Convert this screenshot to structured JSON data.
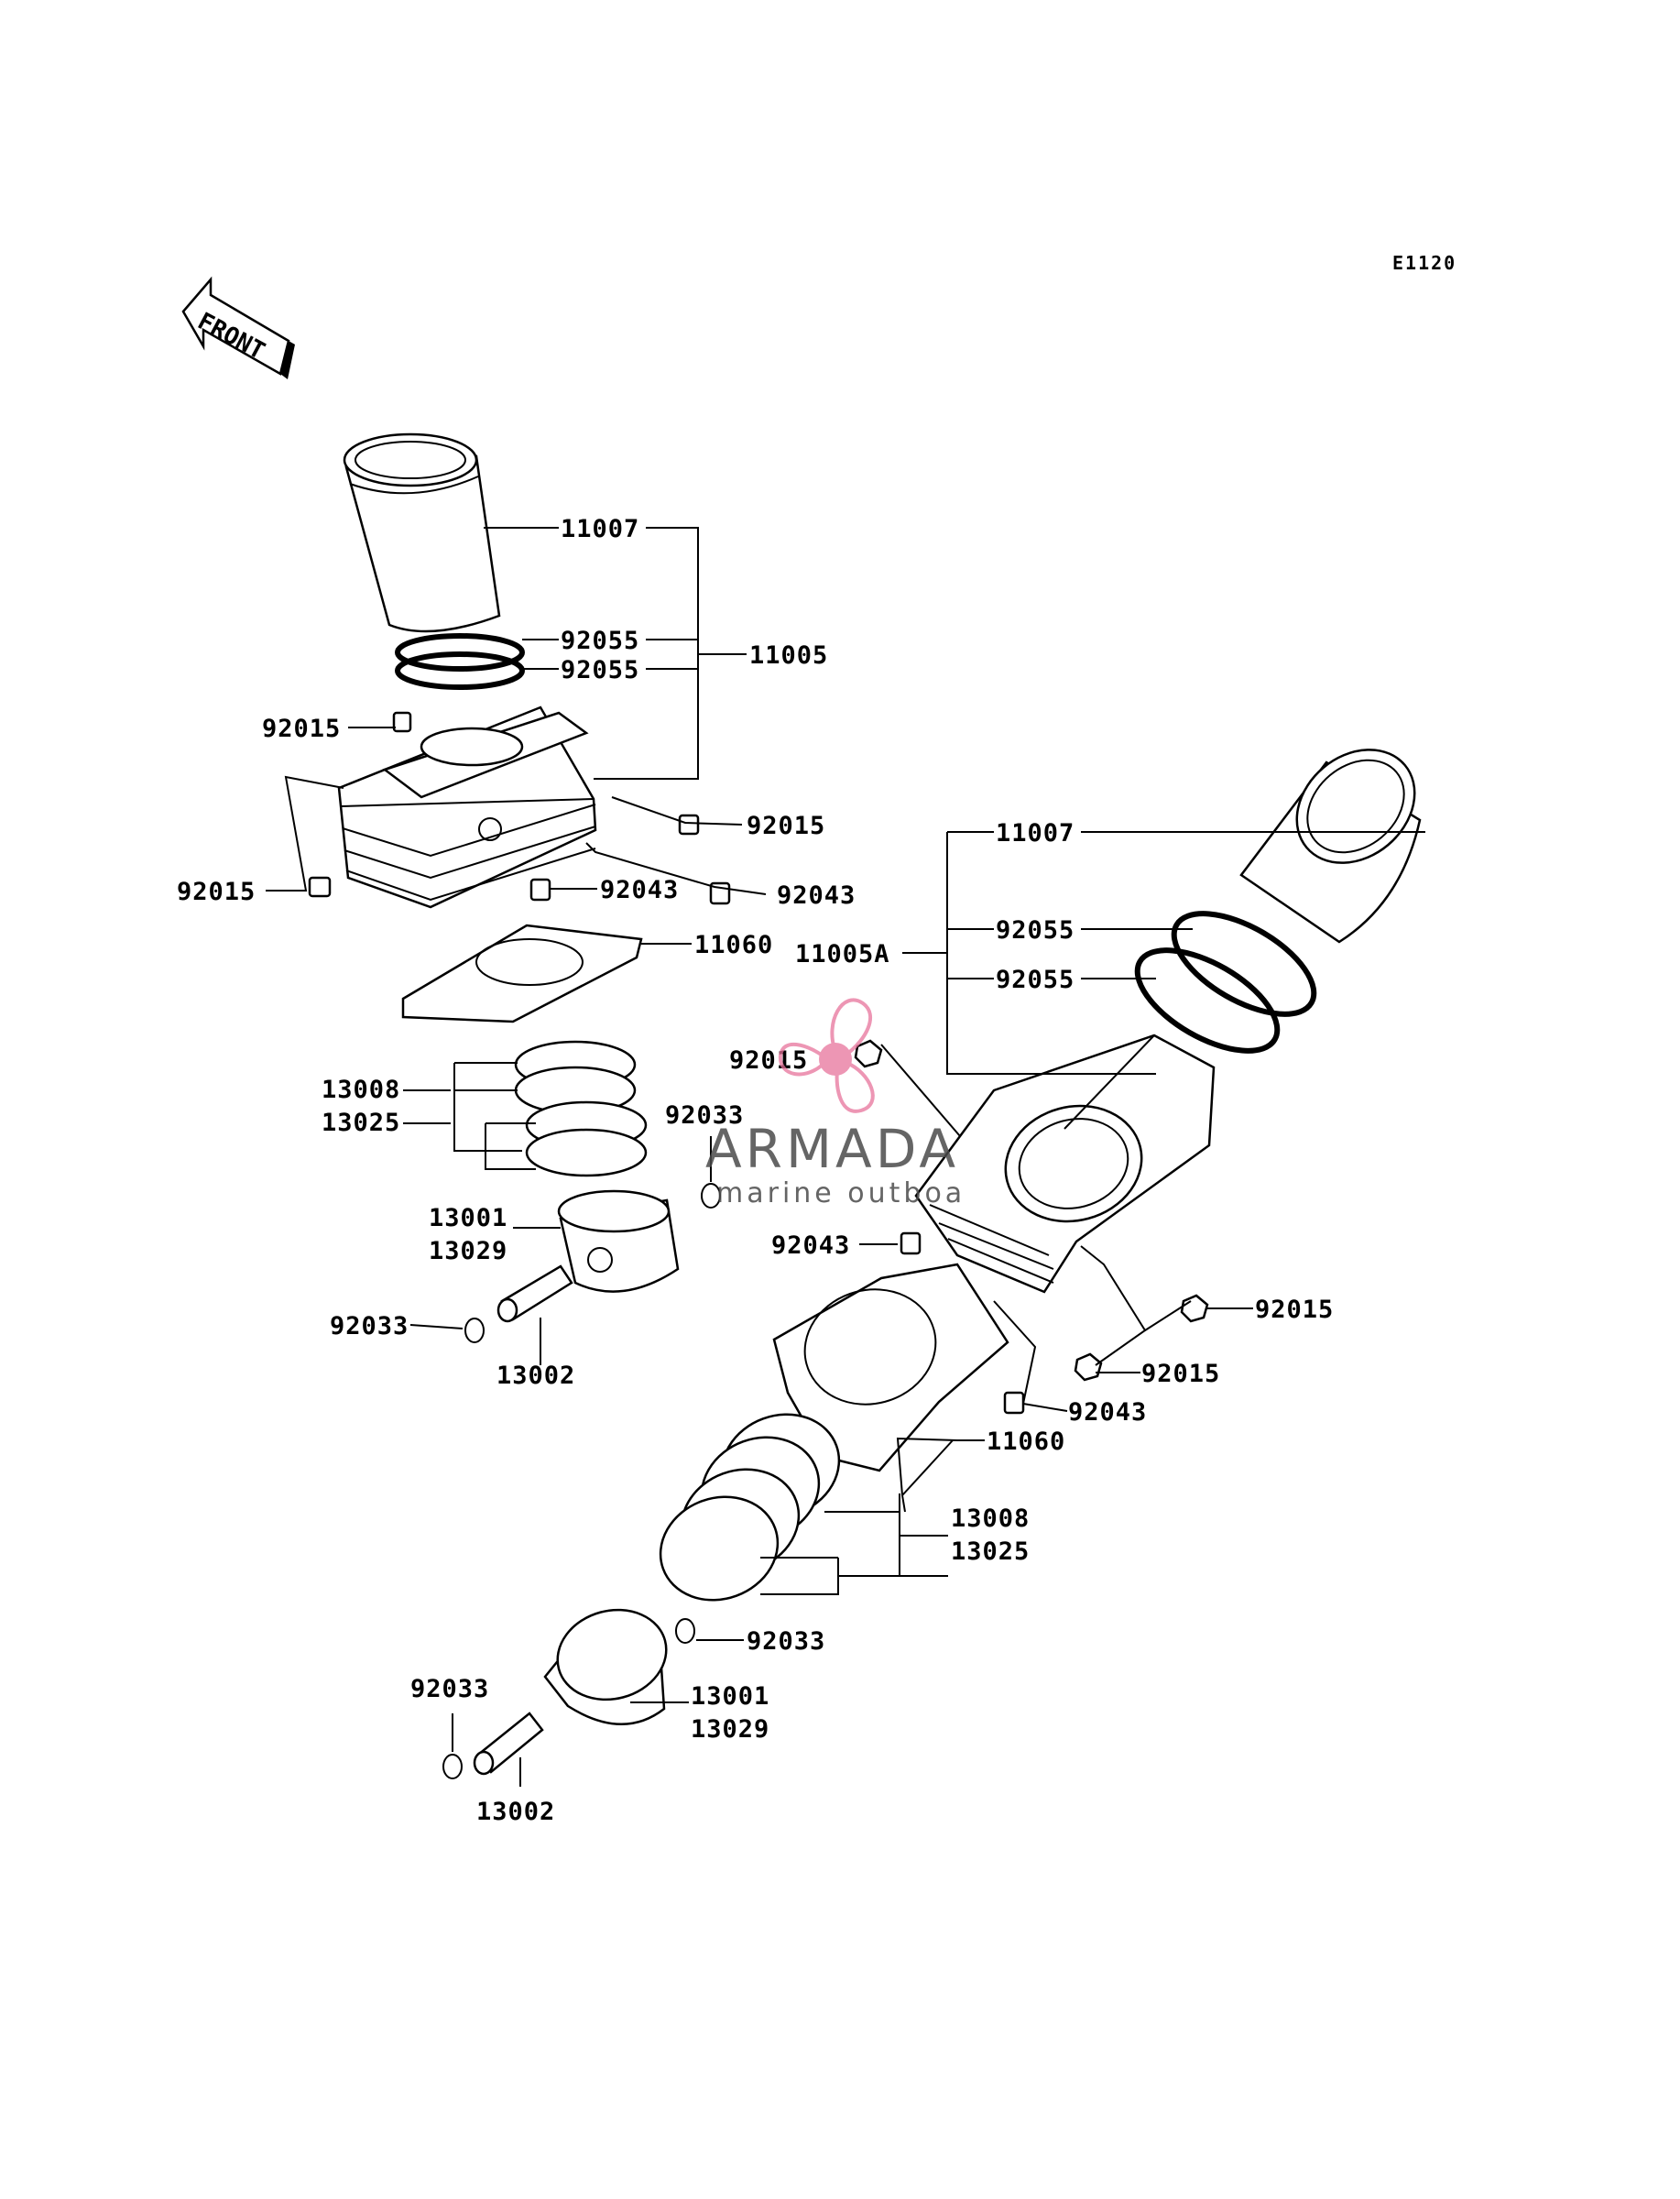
{
  "diagram_code": "E1120",
  "front_label": "FRONT",
  "watermark": {
    "brand": "ARMADA",
    "tagline": "marine outboa",
    "color": "#e7739b"
  },
  "front_cylinder": {
    "liner": "11007",
    "oring_a": "92055",
    "oring_b": "92055",
    "assembly": "11005",
    "nut_top": "92015",
    "nut_right": "92015",
    "nut_left": "92015",
    "dowel_a": "92043",
    "dowel_b": "92043",
    "gasket": "11060",
    "ring_set_a": "13008",
    "ring_set_b": "13025",
    "circlip_right": "92033",
    "piston_a": "13001",
    "piston_b": "13029",
    "circlip_left": "92033",
    "pin": "13002"
  },
  "rear_cylinder": {
    "liner": "11007",
    "assembly": "11005A",
    "oring_a": "92055",
    "oring_b": "92055",
    "nut_top": "92015",
    "dowel_left": "92043",
    "nut_right_a": "92015",
    "nut_right_b": "92015",
    "dowel_right": "92043",
    "gasket": "11060",
    "ring_set_a": "13008",
    "ring_set_b": "13025",
    "circlip_right": "92033",
    "circlip_left": "92033",
    "piston_a": "13001",
    "piston_b": "13029",
    "pin": "13002"
  }
}
